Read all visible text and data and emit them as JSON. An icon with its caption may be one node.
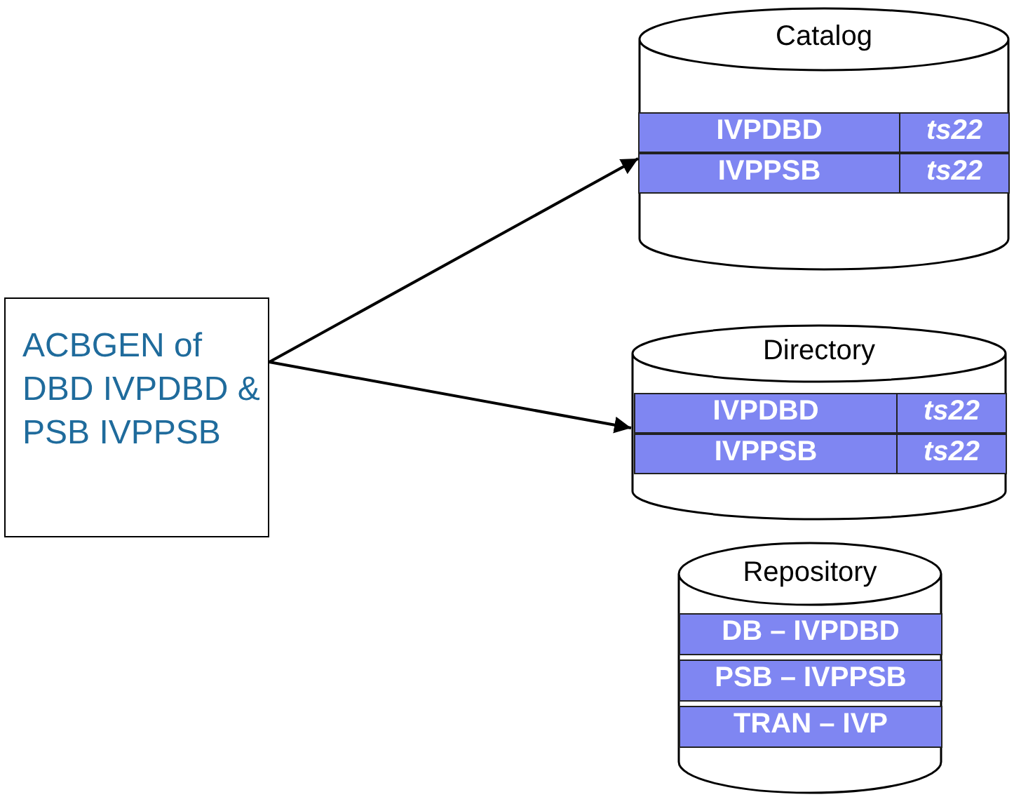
{
  "diagram": {
    "nodes": [
      {
        "text": [
          "ACBGEN of DBD IVPDBD & PSB IVPPSB"
        ]
      },
      {
        "text": [
          "Catalog"
        ]
      },
      {
        "text": [
          "IVPDBD",
          "ts22"
        ],
        "in": 1
      },
      {
        "text": [
          "IVPPSB",
          "ts22"
        ],
        "in": 1
      },
      {
        "text": [
          "Directory"
        ]
      },
      {
        "text": [
          "IVPDBD",
          "ts22"
        ],
        "in": 4
      },
      {
        "text": [
          "IVPPSB",
          "ts22"
        ],
        "in": 4
      },
      {
        "text": [
          "Repository"
        ]
      },
      {
        "text": [
          "DB – IVPDBD"
        ],
        "in": 7
      },
      {
        "text": [
          "PSB – IVPPSB"
        ],
        "in": 7
      },
      {
        "text": [
          "TRAN – IVP"
        ],
        "in": 7
      }
    ],
    "edges": [
      {
        "from": 0,
        "to": 1,
        "arrow": "to"
      },
      {
        "from": 0,
        "to": 4,
        "arrow": "to"
      }
    ]
  }
}
